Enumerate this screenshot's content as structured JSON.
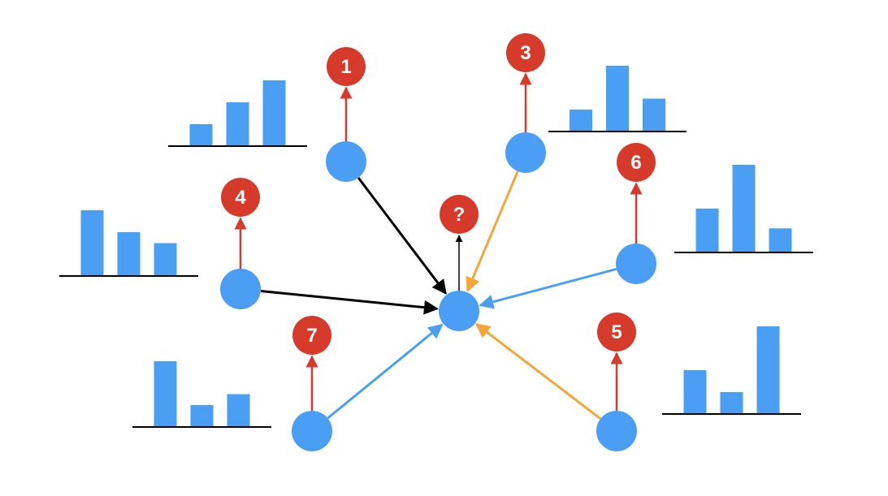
{
  "colors": {
    "node": "#4a9ff5",
    "badge": "#d63a2a",
    "badge_arrow": "#d63a2a",
    "edge_black": "#000000",
    "edge_orange": "#f5a637",
    "edge_blue": "#4a9ff5",
    "bar": "#4a9ff5",
    "baseline": "#000000"
  },
  "center": {
    "badge_label": "?"
  },
  "neighbors": [
    {
      "id": "1",
      "label": "1",
      "edge_color": "black",
      "bars": [
        1,
        2,
        3
      ]
    },
    {
      "id": "3",
      "label": "3",
      "edge_color": "orange",
      "bars": [
        1,
        3,
        1.5
      ]
    },
    {
      "id": "4",
      "label": "4",
      "edge_color": "black",
      "bars": [
        3,
        2,
        1.5
      ]
    },
    {
      "id": "6",
      "label": "6",
      "edge_color": "blue",
      "bars": [
        2,
        4,
        1.1
      ]
    },
    {
      "id": "7",
      "label": "7",
      "edge_color": "blue",
      "bars": [
        3,
        1,
        1.5
      ]
    },
    {
      "id": "5",
      "label": "5",
      "edge_color": "orange",
      "bars": [
        2,
        1,
        4
      ]
    }
  ]
}
